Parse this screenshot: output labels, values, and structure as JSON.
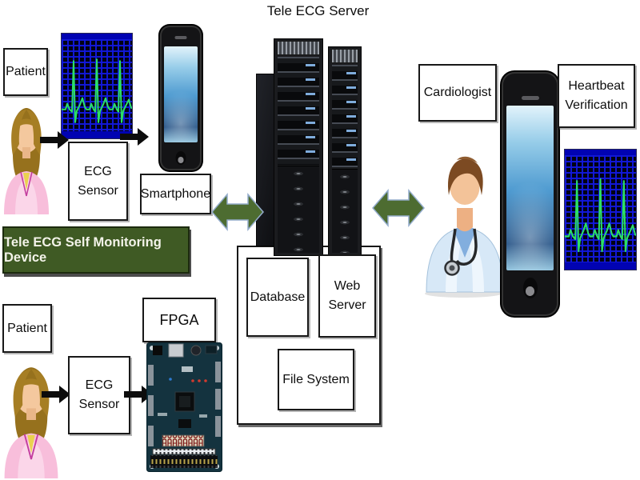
{
  "server_title": "Tele ECG Server",
  "monitoring": {
    "patient_label": "Patient",
    "ecg_sensor_label": "ECG\nSensor",
    "smartphone_label": "Smartphone",
    "banner_label": "Tele ECG Self Monitoring Device"
  },
  "fpga_path": {
    "patient_label": "Patient",
    "ecg_sensor_label": "ECG\nSensor",
    "fpga_label": "FPGA"
  },
  "server_box": {
    "database_label": "Database",
    "web_server_label": "Web\nServer",
    "file_system_label": "File System"
  },
  "review": {
    "cardiologist_label": "Cardiologist",
    "heartbeat_label": "Heartbeat\nVerification"
  },
  "colors": {
    "banner_green": "#3f5a24",
    "arrow_green": "#4d6c31",
    "ecg_grid_blue": "#1218dc",
    "ecg_trace_green": "#2be065",
    "phone_screen_blue": "#4e9ad0"
  }
}
